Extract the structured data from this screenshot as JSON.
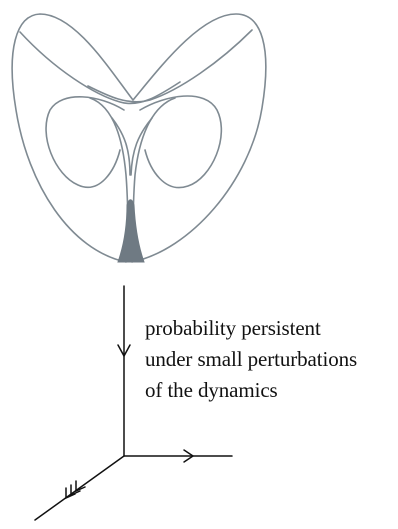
{
  "diagram": {
    "annotation_lines": [
      "probability persistent",
      "under small perturbations",
      "of the dynamics"
    ],
    "colors": {
      "attractor_stroke": "#7f8a92",
      "attractor_fill": "#6f7a83",
      "axes_stroke": "#111111",
      "text": "#111111"
    }
  }
}
